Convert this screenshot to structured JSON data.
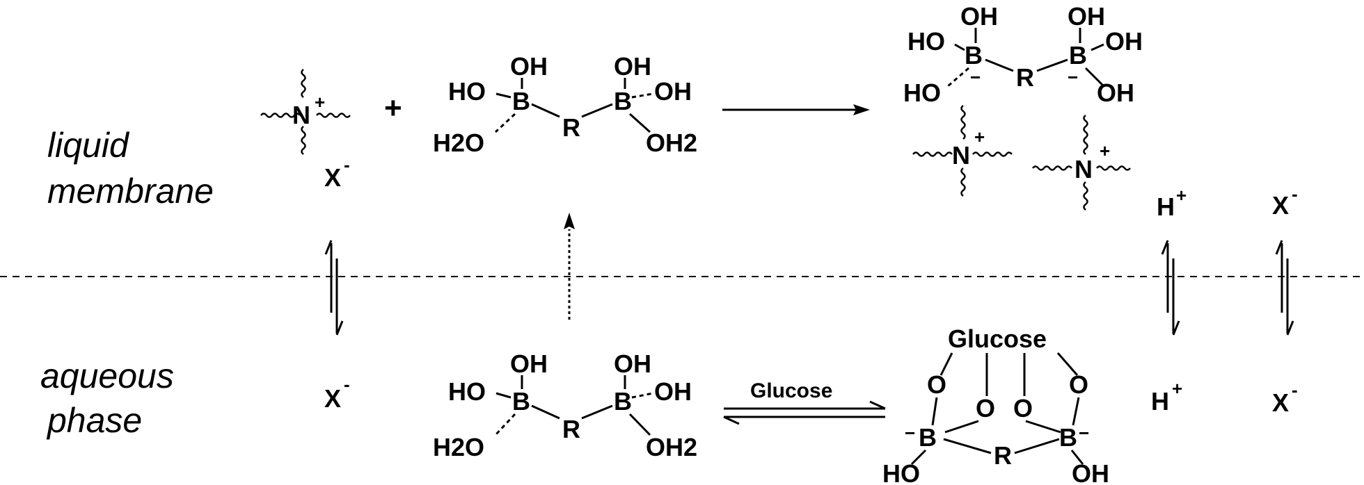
{
  "labels": {
    "liquid": "liquid",
    "membrane": "membrane",
    "aqueous": "aqueous",
    "phase": "phase"
  },
  "species": {
    "plus_sign": "+",
    "n_plus": "+",
    "n": "N",
    "x": "X",
    "x_charge": "-",
    "h": "H",
    "h_charge": "+",
    "oh": "OH",
    "ho": "HO",
    "h2o": "H2O",
    "oh2": "OH2",
    "b": "B",
    "r": "R",
    "o": "O",
    "b_minus": "−",
    "glucose": "Glucose"
  },
  "arrow_labels": {
    "glucose": "Glucose"
  },
  "colors": {
    "ink": "#000000",
    "background": "#ffffff"
  }
}
